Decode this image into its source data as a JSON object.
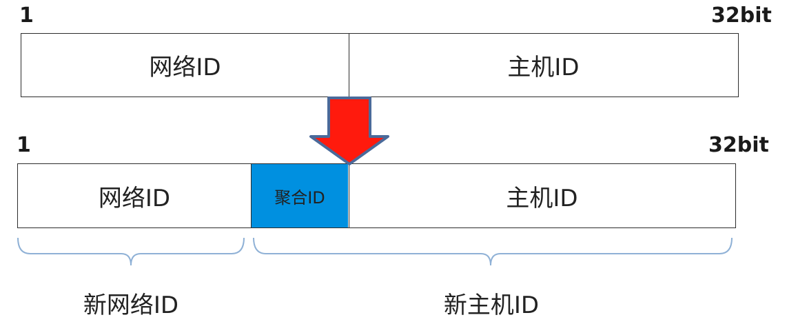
{
  "top_row": {
    "start_label": "1",
    "end_label": "32bit",
    "network_label": "网络ID",
    "host_label": "主机ID"
  },
  "bottom_row": {
    "start_label": "1",
    "end_label": "32bit",
    "network_label": "网络ID",
    "aggregate_label": "聚合ID",
    "host_label": "主机ID"
  },
  "braces": {
    "new_network_label": "新网络ID",
    "new_host_label": "新主机ID"
  },
  "colors": {
    "aggregate_fill": "#0090e0",
    "arrow_fill": "#ff1a0d",
    "arrow_outline": "#4a6a9a",
    "brace_stroke": "#8fb1d6"
  }
}
